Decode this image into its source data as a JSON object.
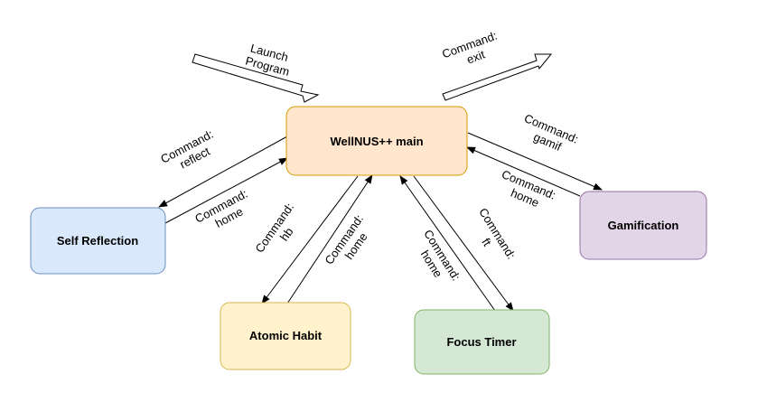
{
  "nodes": {
    "main": {
      "label": "WellNUS++ main",
      "fill": "#ffe6cc",
      "stroke": "#d79b00"
    },
    "self_reflection": {
      "label": "Self Reflection",
      "fill": "#dae8fc",
      "stroke": "#6c8ebf"
    },
    "gamification": {
      "label": "Gamification",
      "fill": "#e1d5e7",
      "stroke": "#9673a6"
    },
    "atomic_habit": {
      "label": "Atomic Habit",
      "fill": "#fff2cc",
      "stroke": "#d6b656"
    },
    "focus_timer": {
      "label": "Focus Timer",
      "fill": "#d5e8d4",
      "stroke": "#82b366"
    }
  },
  "labels": {
    "launch": [
      "Launch",
      "Program"
    ],
    "exit": [
      "Command:",
      "exit"
    ],
    "reflect": [
      "Command:",
      "reflect"
    ],
    "home_self": [
      "Command:",
      "home"
    ],
    "gamif": [
      "Command:",
      "gamif"
    ],
    "home_gamif": [
      "Command:",
      "home"
    ],
    "hb": [
      "Command:",
      "hb"
    ],
    "home_habit": [
      "Command:",
      "home"
    ],
    "ft": [
      "Command:",
      "ft"
    ],
    "home_focus": [
      "Command:",
      "home"
    ]
  }
}
